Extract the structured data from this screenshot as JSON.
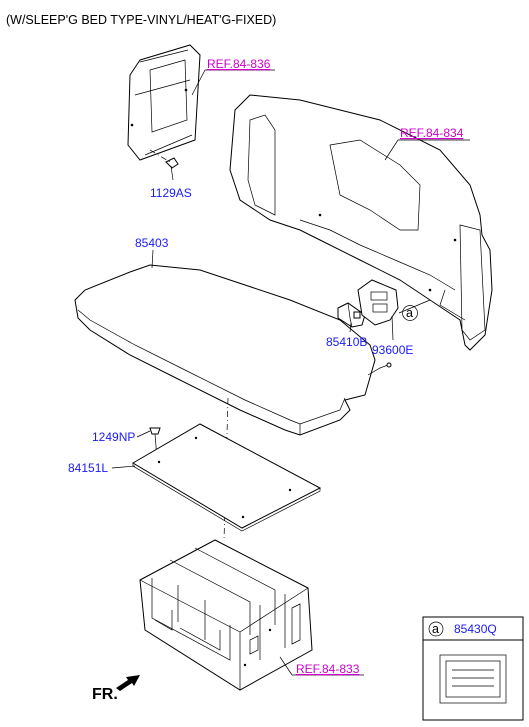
{
  "header": {
    "title": "(W/SLEEP'G BED TYPE-VINYL/HEAT'G-FIXED)"
  },
  "refs": {
    "ref_836": "REF.84-836",
    "ref_834": "REF.84-834",
    "ref_833": "REF.84-833"
  },
  "parts": {
    "p1129AS": "1129AS",
    "p85403": "85403",
    "p85410B": "85410B",
    "p93600E": "93600E",
    "p1249NP": "1249NP",
    "p84151L": "84151L"
  },
  "callout": {
    "marker": "a"
  },
  "legend_box": {
    "marker": "a",
    "part": "85430Q"
  },
  "direction": {
    "label": "FR."
  }
}
